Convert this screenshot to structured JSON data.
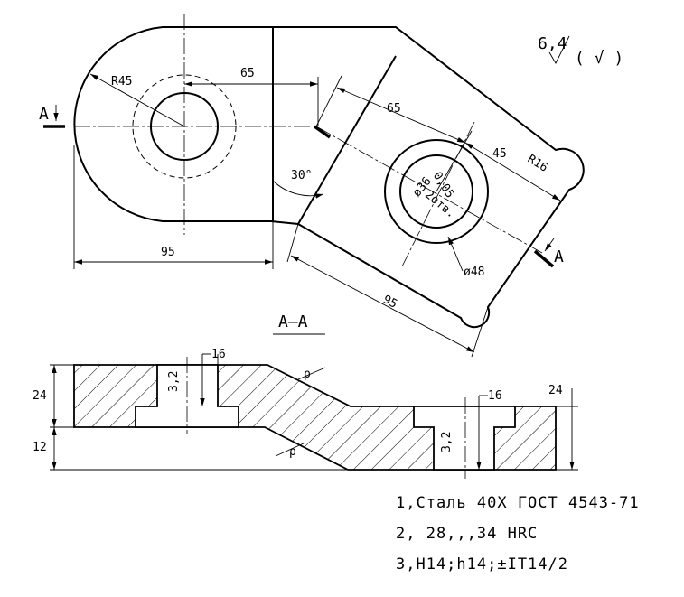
{
  "plan": {
    "radius_main": "R45",
    "dim_offset_65": "65",
    "dim_diag_65": "65",
    "dim_45": "45",
    "radius_small": "R16",
    "angle": "30°",
    "dia_36": "ø36",
    "tol": "0,05",
    "holes": "2отв.",
    "dia_48": "ø48",
    "dim_95_h": "95",
    "dim_95_diag": "95",
    "cut_left": "A",
    "cut_right": "A"
  },
  "section": {
    "title": "А–А",
    "dim_24_left": "24",
    "dim_12_left": "12",
    "dim_16_left": "16",
    "dim_16_right": "16",
    "dim_24_right": "24",
    "rough_left": "3,2",
    "rough_right": "3,2",
    "mark_p1": "ρ",
    "mark_p2": "ρ"
  },
  "roughness": {
    "value": "6,4",
    "suffix": "( √ )"
  },
  "notes": [
    "1,Сталь 40Х ГОСТ 4543-71",
    "2, 28,,,34 HRC",
    "3,H14;h14;±IT14/2"
  ]
}
